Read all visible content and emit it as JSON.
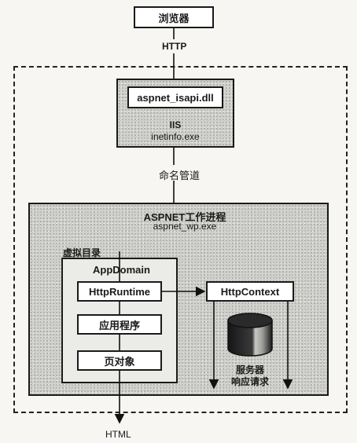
{
  "browser": {
    "label": "浏览器"
  },
  "edges": {
    "http": "HTTP",
    "named_pipe": "命名管道",
    "html_output": "HTML"
  },
  "iis": {
    "isapi_dll": "aspnet_isapi.dll",
    "name": "IIS",
    "exe": "inetinfo.exe"
  },
  "worker_process": {
    "title": "ASPNET工作进程",
    "exe": "aspnet_wp.exe",
    "virtual_dir": "虚拟目录",
    "app_domain": "AppDomain",
    "http_runtime": "HttpRuntime",
    "application": "应用程序",
    "page_object": "页对象",
    "http_context": "HttpContext",
    "server": "服务器",
    "respond_request": "响应请求"
  }
}
